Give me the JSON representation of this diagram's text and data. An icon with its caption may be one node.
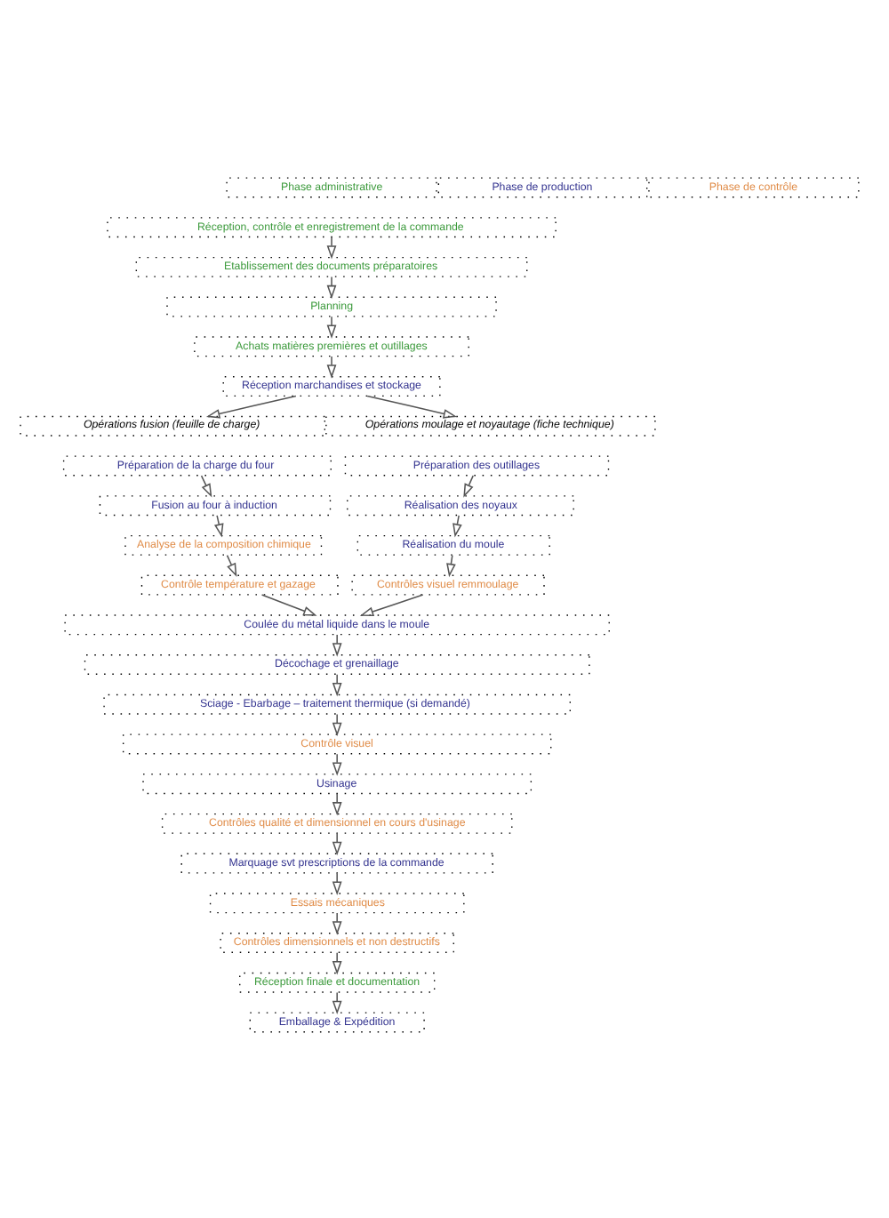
{
  "diagram": {
    "nodes": [
      {
        "text": [
          "Phase administrative"
        ]
      },
      {
        "text": [
          "Phase de production"
        ]
      },
      {
        "text": [
          "Phase de contrôle"
        ]
      },
      {
        "text": [
          "Réception, contrôle et enregistrement de la commande"
        ]
      },
      {
        "text": [
          "Etablissement des documents préparatoires"
        ]
      },
      {
        "text": [
          "Planning"
        ]
      },
      {
        "text": [
          "Achats matières premières et outillages"
        ]
      },
      {
        "text": [
          "Réception marchandises et stockage"
        ]
      },
      {
        "text": [
          "Opérations fusion (feuille de charge)"
        ]
      },
      {
        "text": [
          "Opérations moulage et noyautage (fiche technique)"
        ]
      },
      {
        "text": [
          "Préparation de la charge du four"
        ]
      },
      {
        "text": [
          "Préparation des outillages"
        ]
      },
      {
        "text": [
          "Fusion au four à induction"
        ]
      },
      {
        "text": [
          "Réalisation des noyaux"
        ]
      },
      {
        "text": [
          "Analyse de la composition chimique"
        ]
      },
      {
        "text": [
          "Réalisation du moule"
        ]
      },
      {
        "text": [
          "Contrôle température et gazage"
        ]
      },
      {
        "text": [
          "Contrôles visuel remmoulage"
        ]
      },
      {
        "text": [
          "Coulée du métal liquide dans le moule"
        ]
      },
      {
        "text": [
          "Décochage et grenaillage"
        ]
      },
      {
        "text": [
          "Sciage - Ebarbage – traitement thermique (si demandé)"
        ]
      },
      {
        "text": [
          "Contrôle visuel"
        ]
      },
      {
        "text": [
          "Usinage"
        ]
      },
      {
        "text": [
          "Contrôles qualité et dimensionnel en cours d'usinage"
        ]
      },
      {
        "text": [
          "Marquage svt prescriptions de la commande"
        ]
      },
      {
        "text": [
          "Essais mécaniques"
        ]
      },
      {
        "text": [
          "Contrôles dimensionnels et non destructifs"
        ]
      },
      {
        "text": [
          "Réception finale et documentation"
        ]
      },
      {
        "text": [
          "Emballage & Expédition"
        ]
      }
    ],
    "edges": [
      {
        "from": 3,
        "to": 4,
        "arrow": "to"
      },
      {
        "from": 4,
        "to": 5,
        "arrow": "to"
      },
      {
        "from": 5,
        "to": 6,
        "arrow": "to"
      },
      {
        "from": 6,
        "to": 7,
        "arrow": "to"
      },
      {
        "from": 7,
        "to": 8,
        "arrow": "to"
      },
      {
        "from": 7,
        "to": 9,
        "arrow": "to"
      },
      {
        "from": 10,
        "to": 12,
        "arrow": "to"
      },
      {
        "from": 11,
        "to": 13,
        "arrow": "to"
      },
      {
        "from": 12,
        "to": 14,
        "arrow": "to"
      },
      {
        "from": 13,
        "to": 15,
        "arrow": "to"
      },
      {
        "from": 14,
        "to": 16,
        "arrow": "to"
      },
      {
        "from": 15,
        "to": 17,
        "arrow": "to"
      },
      {
        "from": 16,
        "to": 18,
        "arrow": "to"
      },
      {
        "from": 17,
        "to": 18,
        "arrow": "to"
      },
      {
        "from": 18,
        "to": 19,
        "arrow": "to"
      },
      {
        "from": 19,
        "to": 20,
        "arrow": "to"
      },
      {
        "from": 20,
        "to": 21,
        "arrow": "to"
      },
      {
        "from": 21,
        "to": 22,
        "arrow": "to"
      },
      {
        "from": 22,
        "to": 23,
        "arrow": "to"
      },
      {
        "from": 23,
        "to": 24,
        "arrow": "to"
      },
      {
        "from": 24,
        "to": 25,
        "arrow": "to"
      },
      {
        "from": 25,
        "to": 26,
        "arrow": "to"
      },
      {
        "from": 26,
        "to": 27,
        "arrow": "to"
      },
      {
        "from": 27,
        "to": 28,
        "arrow": "to"
      }
    ]
  }
}
